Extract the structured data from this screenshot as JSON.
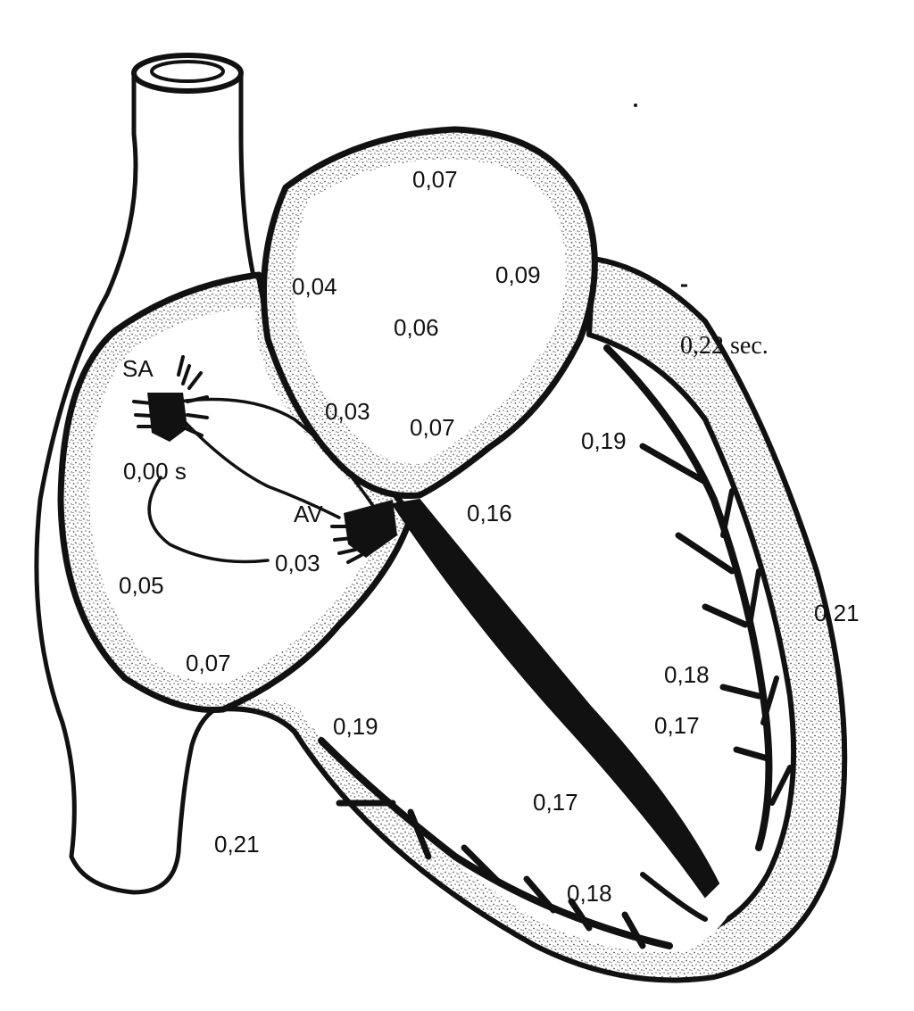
{
  "diagram": {
    "labels": {
      "sa": "SA",
      "av": "AV",
      "sa_time": "0,00 s",
      "av_path_time": "0,03",
      "la_top": "0,07",
      "la_left": "0,04",
      "la_center": "0,06",
      "la_right": "0,09",
      "la_lower_left": "0,03",
      "la_lower": "0,07",
      "ra_mid": "0,05",
      "ra_lower": "0,07",
      "bundle_top": "0,16",
      "apex_outer_right": "0,22 sec.",
      "lv_upper": "0,19",
      "lv_wall": "0,21",
      "lv_branch": "0,18",
      "lv_lower": "0,17",
      "rv_upper": "0,19",
      "rv_center": "0,17",
      "rv_lower": "0,18",
      "rv_outer": "0,21"
    },
    "colors": {
      "ink": "#111111",
      "stipple": "#6a6a6a",
      "paper": "#ffffff"
    }
  }
}
